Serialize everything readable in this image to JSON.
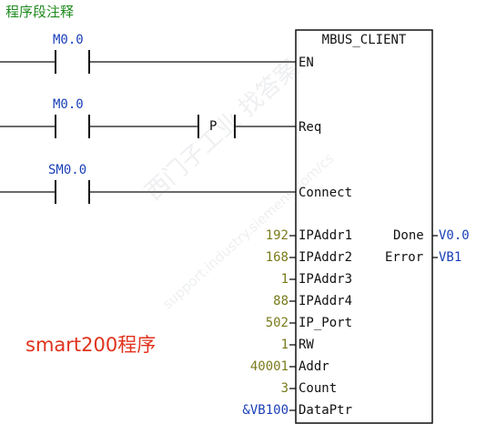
{
  "comment": "程序段注释",
  "contacts": [
    {
      "label": "M0.0"
    },
    {
      "label": "M0.0"
    },
    {
      "label": "SM0.0"
    }
  ],
  "p_coil": "P",
  "block": {
    "title": "MBUS_CLIENT",
    "inputs_top": [
      "EN",
      "Req",
      "Connect"
    ],
    "params": [
      {
        "value": "192",
        "pin": "IPAddr1"
      },
      {
        "value": "168",
        "pin": "IPAddr2"
      },
      {
        "value": "1",
        "pin": "IPAddr3"
      },
      {
        "value": "88",
        "pin": "IPAddr4"
      },
      {
        "value": "502",
        "pin": "IP_Port"
      },
      {
        "value": "1",
        "pin": "RW"
      },
      {
        "value": "40001",
        "pin": "Addr"
      },
      {
        "value": "3",
        "pin": "Count"
      },
      {
        "value": "&VB100",
        "pin": "DataPtr"
      }
    ],
    "outputs": [
      {
        "pin": "Done",
        "addr": "V0.0"
      },
      {
        "pin": "Error",
        "addr": "VB1"
      }
    ]
  },
  "note": "smart200程序",
  "watermark": {
    "line1": "西门子工业  找答案",
    "line2": "support.industry.siemens.com/cs"
  }
}
